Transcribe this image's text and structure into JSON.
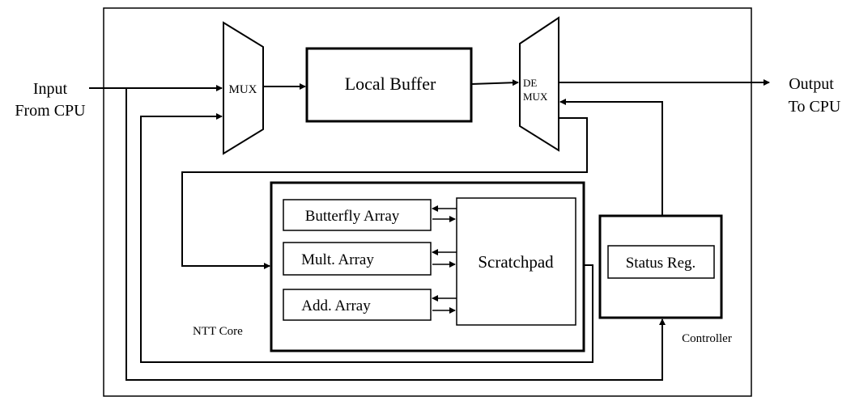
{
  "io": {
    "input_line1": "Input",
    "input_line2": "From CPU",
    "output_line1": "Output",
    "output_line2": "To CPU"
  },
  "blocks": {
    "mux": "MUX",
    "demux_line1": "DE",
    "demux_line2": "MUX",
    "local_buffer": "Local Buffer",
    "butterfly_array": "Butterfly Array",
    "mult_array": "Mult. Array",
    "add_array": "Add. Array",
    "scratchpad": "Scratchpad",
    "status_reg": "Status Reg.",
    "ntt_core": "NTT Core",
    "controller": "Controller"
  }
}
